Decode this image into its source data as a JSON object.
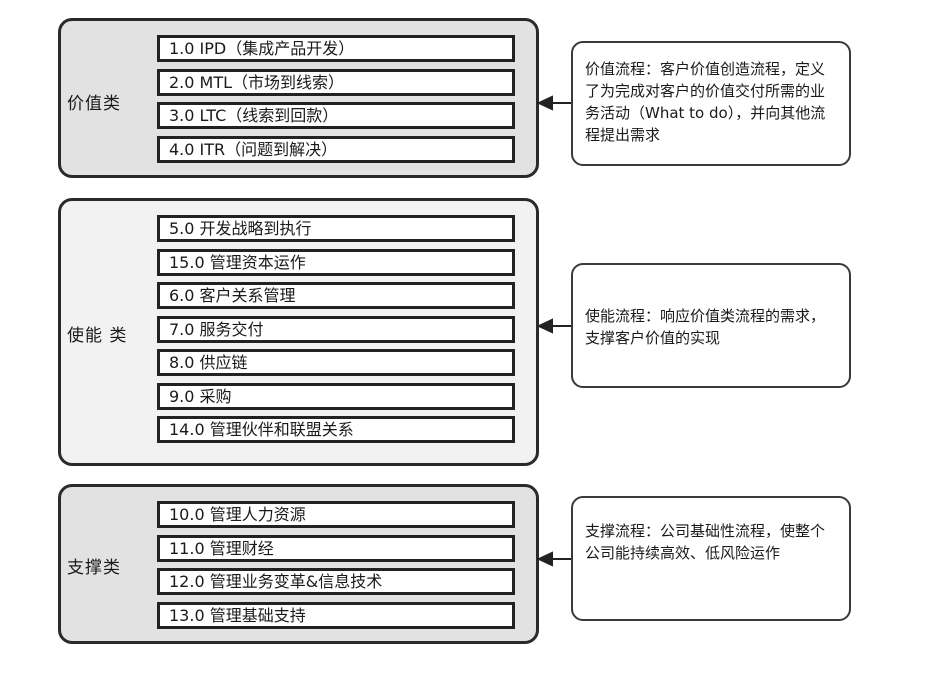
{
  "groups": [
    {
      "title": "价值类",
      "items": [
        "1.0 IPD（集成产品开发）",
        "2.0 MTL（市场到线索）",
        "3.0 LTC（线索到回款）",
        "4.0 ITR（问题到解决）"
      ],
      "description": "价值流程：客户价值创造流程，定义了为完成对客户的价值交付所需的业务活动（What to do），并向其他流程提出需求"
    },
    {
      "title": "使能 类",
      "items": [
        "5.0 开发战略到执行",
        "15.0 管理资本运作",
        "6.0 客户关系管理",
        "7.0 服务交付",
        "8.0 供应链",
        "9.0 采购",
        "14.0 管理伙伴和联盟关系"
      ],
      "description": "使能流程：响应价值类流程的需求，支撑客户价值的实现"
    },
    {
      "title": "支撑类",
      "items": [
        "10.0 管理人力资源",
        "11.0 管理财经",
        "12.0 管理业务变革&信息技术",
        "13.0 管理基础支持"
      ],
      "description": "支撑流程：公司基础性流程，使整个公司能持续高效、低风险运作"
    }
  ]
}
